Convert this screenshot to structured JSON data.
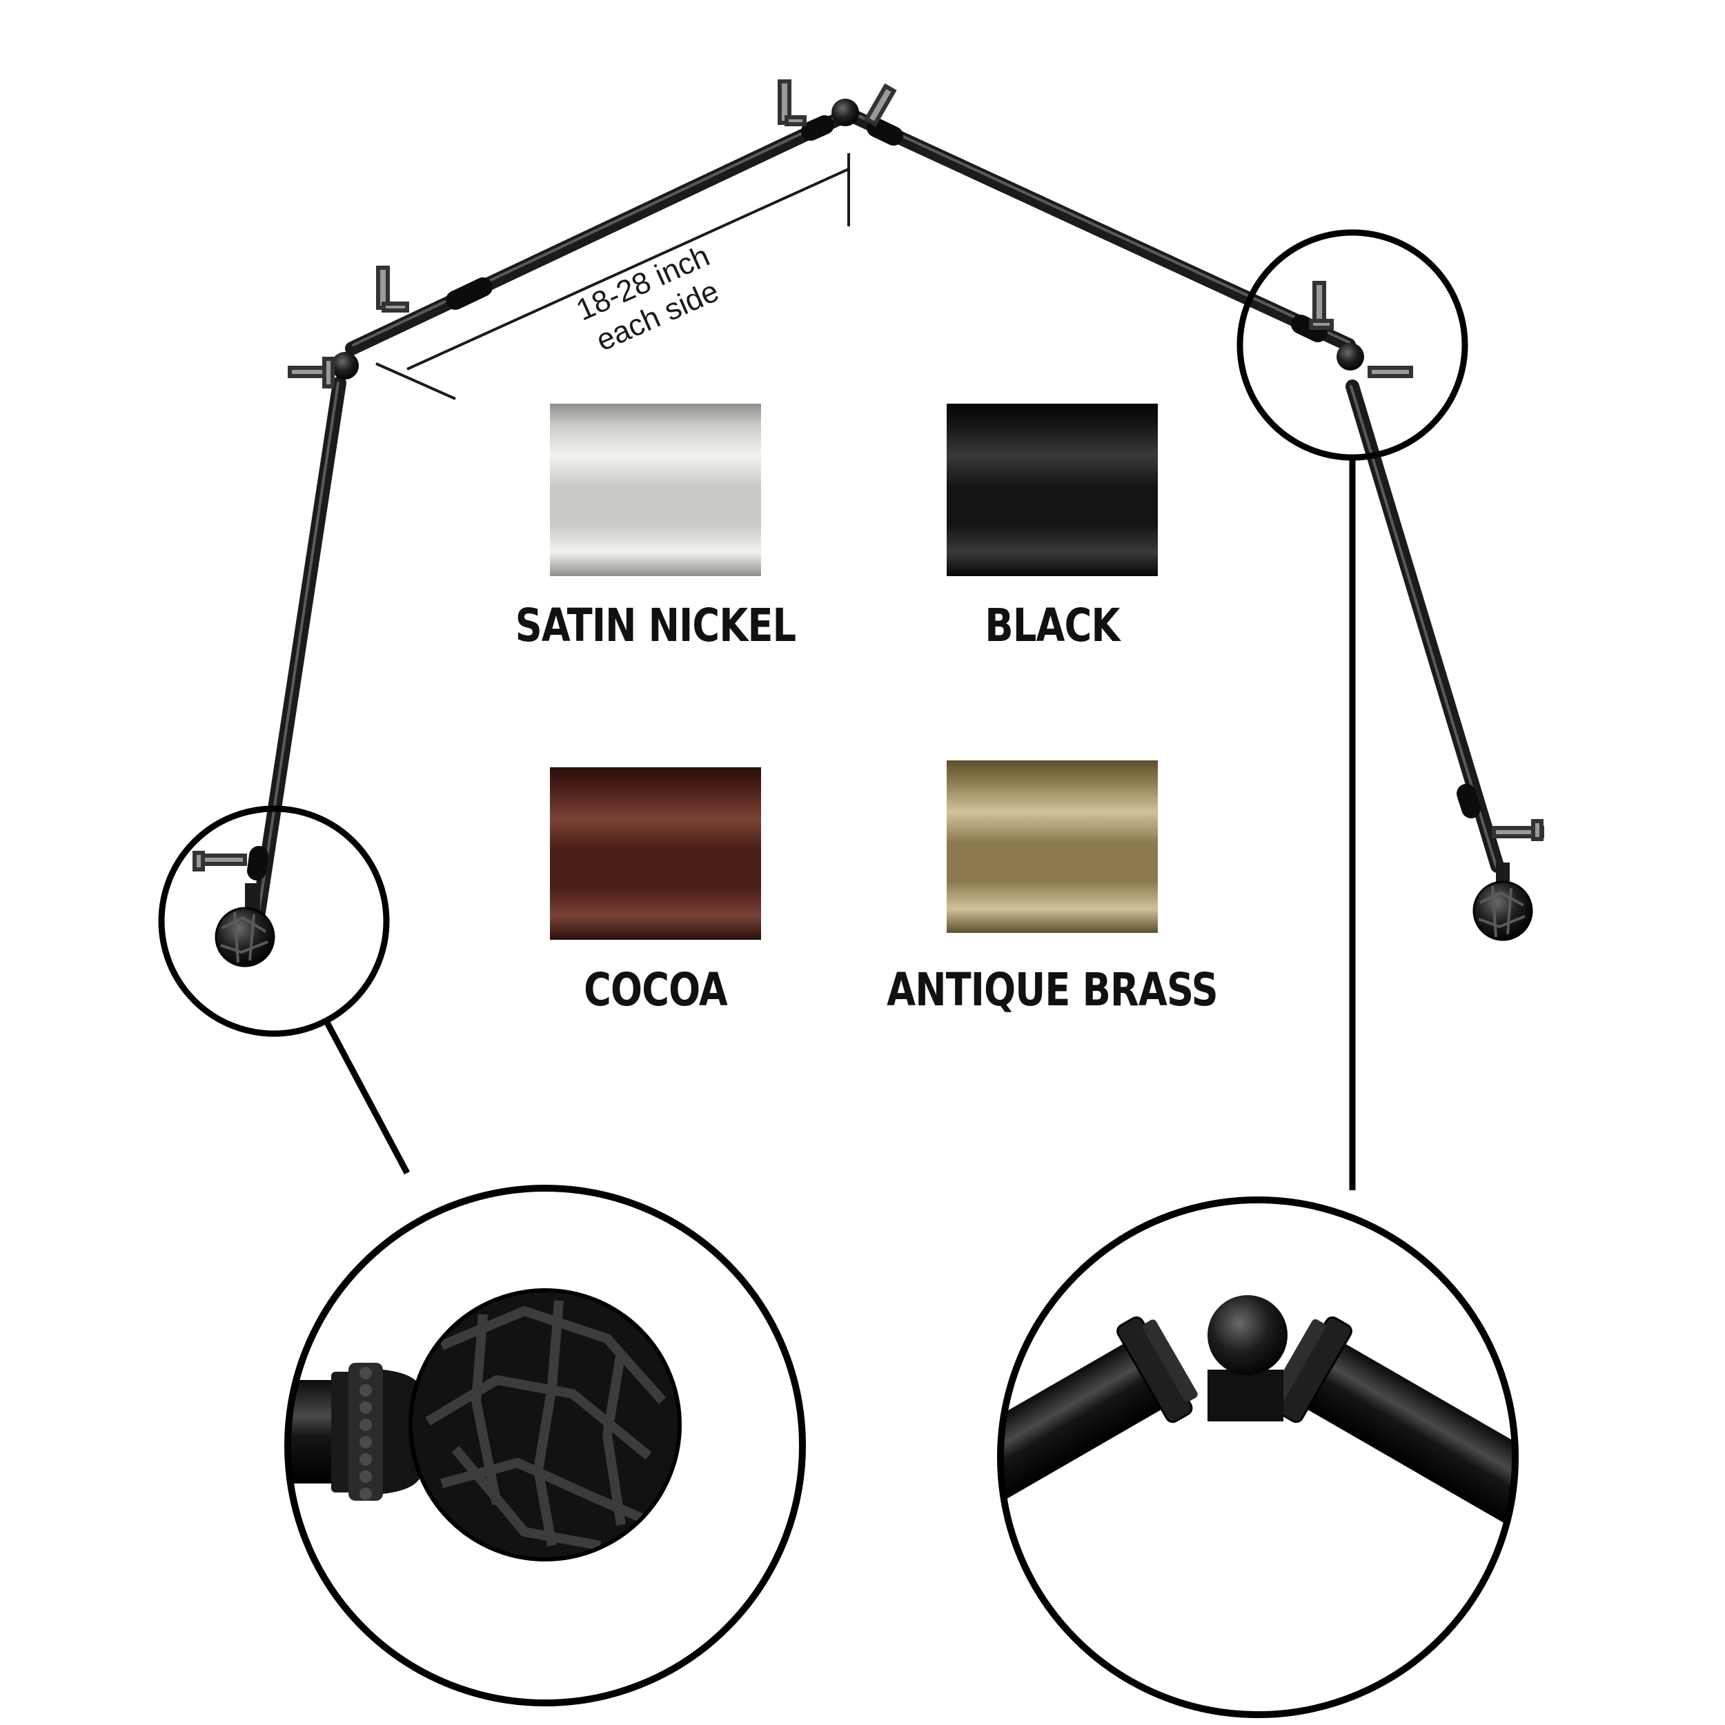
{
  "measurement": {
    "line1": "18-28 inch",
    "line2": "each side"
  },
  "finishes": [
    {
      "name": "SATIN NICKEL",
      "color": "#c9c9c6",
      "highlight": "#f2f2ef",
      "shadow": "#8e8e8a"
    },
    {
      "name": "BLACK",
      "color": "#141414",
      "highlight": "#3a3a3a",
      "shadow": "#050505"
    },
    {
      "name": "COCOA",
      "color": "#4a1f17",
      "highlight": "#7a4236",
      "shadow": "#2a100b"
    },
    {
      "name": "ANTIQUE BRASS",
      "color": "#8c7a4e",
      "highlight": "#cfc39a",
      "shadow": "#5c4f2c"
    }
  ],
  "colors": {
    "rod": "#1b1b1b",
    "callout": "#000000"
  }
}
